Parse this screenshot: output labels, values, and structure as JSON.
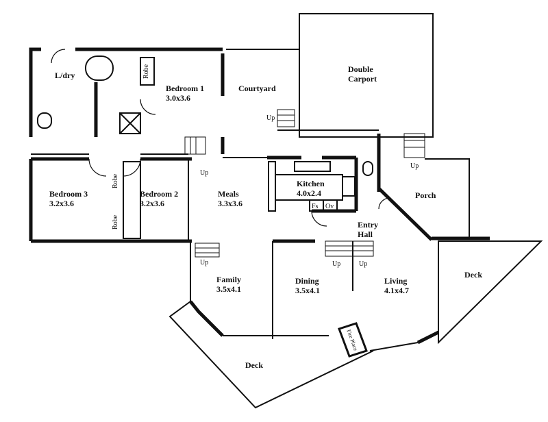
{
  "rooms": {
    "laundry": {
      "name": "L/dry"
    },
    "bedroom1": {
      "name": "Bedroom 1",
      "size": "3.0x3.6"
    },
    "courtyard": {
      "name": "Courtyard"
    },
    "carport": {
      "name": "Double",
      "name2": "Carport"
    },
    "bedroom3": {
      "name": "Bedroom 3",
      "size": "3.2x3.6"
    },
    "bedroom2": {
      "name": "Bedroom 2",
      "size": "3.2x3.6"
    },
    "meals": {
      "name": "Meals",
      "size": "3.3x3.6"
    },
    "kitchen": {
      "name": "Kitchen",
      "size": "4.0x2.4"
    },
    "porch": {
      "name": "Porch"
    },
    "entry": {
      "name": "Entry",
      "name2": "Hall"
    },
    "family": {
      "name": "Family",
      "size": "3.5x4.1"
    },
    "dining": {
      "name": "Dining",
      "size": "3.5x4.1"
    },
    "living": {
      "name": "Living",
      "size": "4.1x4.7"
    },
    "deck_right": {
      "name": "Deck"
    },
    "deck_bottom": {
      "name": "Deck"
    }
  },
  "fixtures": {
    "robe": "Robe",
    "fridge": "Fs",
    "oven": "Ov",
    "fireplace": "Fire Place"
  },
  "stairs": {
    "up": "Up"
  }
}
